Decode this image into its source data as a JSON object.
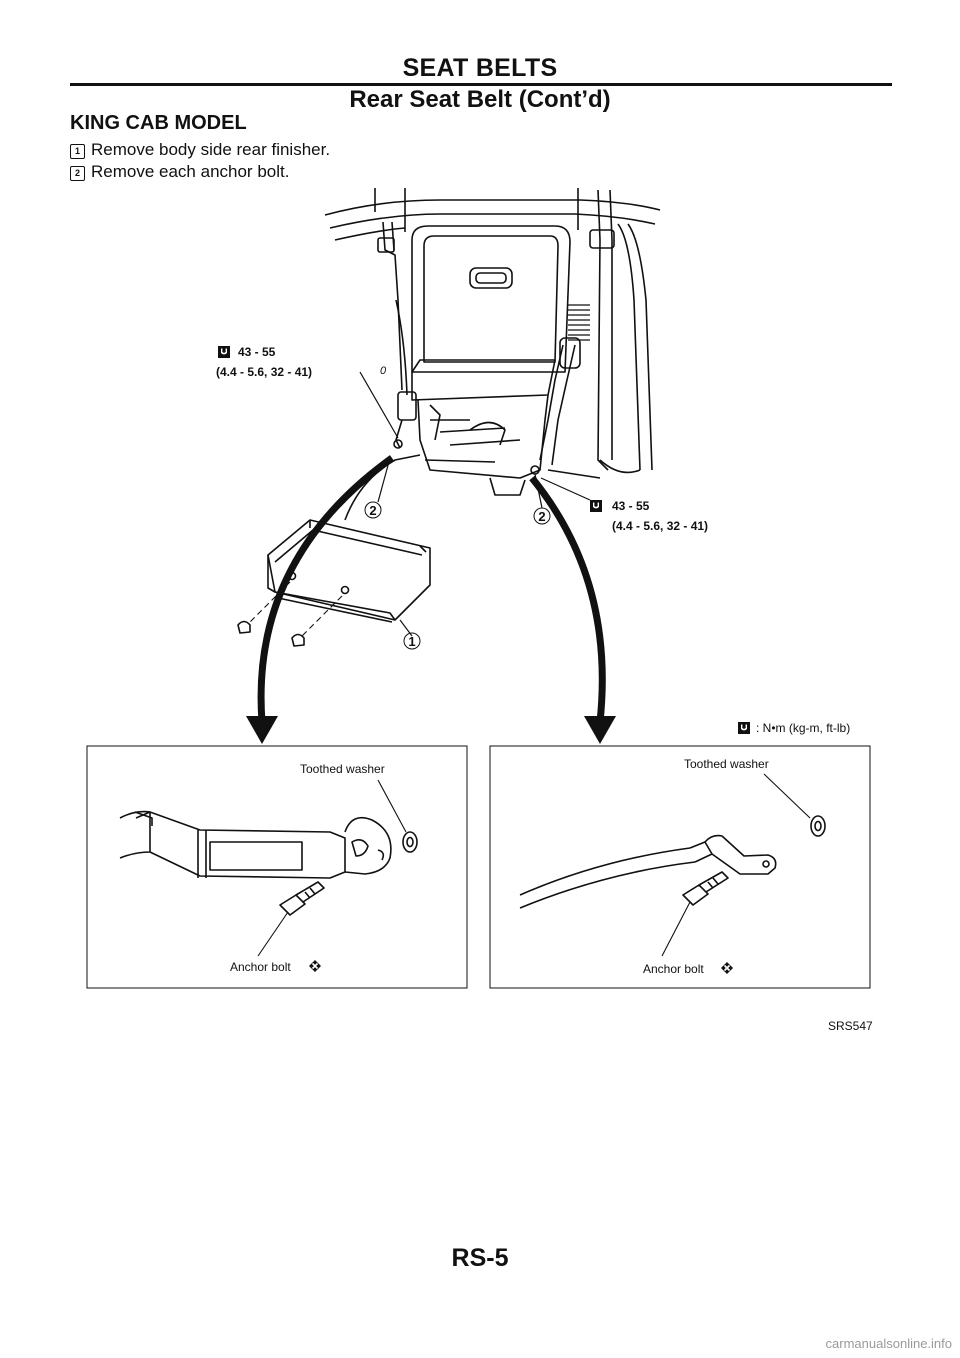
{
  "header": {
    "title": "SEAT BELTS",
    "subtitle": "Rear Seat Belt (Cont’d)"
  },
  "section": {
    "title": "KING CAB MODEL",
    "steps": [
      {
        "num": "1",
        "text": "Remove body side rear finisher."
      },
      {
        "num": "2",
        "text": "Remove each anchor bolt."
      }
    ]
  },
  "figure": {
    "torque_top_1": "43 - 55",
    "torque_top_2": "(4.4 - 5.6, 32 - 41)",
    "torque_right_1": "43 - 55",
    "torque_right_2": "(4.4 - 5.6, 32 - 41)",
    "callout_1": "1",
    "callout_2": "2",
    "stray_mark": "0",
    "legend": ": N•m (kg-m, ft-lb)",
    "left_panel": {
      "washer": "Toothed washer",
      "bolt": "Anchor bolt"
    },
    "right_panel": {
      "washer": "Toothed washer",
      "bolt": "Anchor bolt"
    },
    "figure_id": "SRS547"
  },
  "footer": {
    "page_number": "RS-5",
    "watermark": "carmanualsonline.info"
  }
}
